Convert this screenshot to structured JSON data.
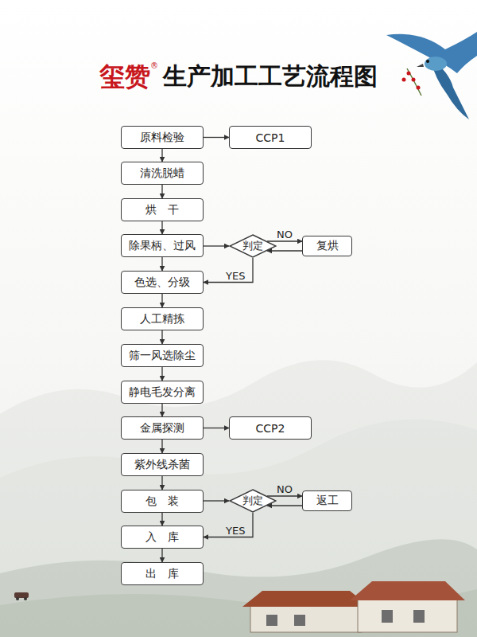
{
  "diagram": {
    "title": "生产加工工艺流程图",
    "nodes": [
      {
        "text": [
          "原料检验"
        ]
      },
      {
        "text": [
          "CCP1"
        ]
      },
      {
        "text": [
          "清洗脱蜡"
        ]
      },
      {
        "text": [
          "烘　干"
        ]
      },
      {
        "text": [
          "除果柄、过风"
        ]
      },
      {
        "text": [
          "判定"
        ]
      },
      {
        "text": [
          "复烘"
        ]
      },
      {
        "text": [
          "色选、分级"
        ]
      },
      {
        "text": [
          "人工精拣"
        ]
      },
      {
        "text": [
          "筛一风选除尘"
        ]
      },
      {
        "text": [
          "静电毛发分离"
        ]
      },
      {
        "text": [
          "金属探测"
        ]
      },
      {
        "text": [
          "CCP2"
        ]
      },
      {
        "text": [
          "紫外线杀菌"
        ]
      },
      {
        "text": [
          "包　装"
        ]
      },
      {
        "text": [
          "判定"
        ]
      },
      {
        "text": [
          "返工"
        ]
      },
      {
        "text": [
          "入　库"
        ]
      },
      {
        "text": [
          "出　库"
        ]
      }
    ],
    "edges": [
      {
        "from": 0,
        "to": 1,
        "arrow": "to"
      },
      {
        "from": 0,
        "to": 2,
        "arrow": "to"
      },
      {
        "from": 2,
        "to": 3,
        "arrow": "to"
      },
      {
        "from": 3,
        "to": 4,
        "arrow": "to"
      },
      {
        "from": 4,
        "to": 5,
        "arrow": "to"
      },
      {
        "from": 5,
        "to": 6,
        "label": "NO",
        "arrow": "to"
      },
      {
        "from": 6,
        "to": 5,
        "arrow": "to"
      },
      {
        "from": 5,
        "to": 7,
        "label": "YES",
        "arrow": "to"
      },
      {
        "from": 4,
        "to": 7,
        "arrow": "to"
      },
      {
        "from": 7,
        "to": 8,
        "arrow": "to"
      },
      {
        "from": 8,
        "to": 9,
        "arrow": "to"
      },
      {
        "from": 9,
        "to": 10,
        "arrow": "to"
      },
      {
        "from": 10,
        "to": 11,
        "arrow": "to"
      },
      {
        "from": 11,
        "to": 12,
        "arrow": "to"
      },
      {
        "from": 11,
        "to": 13,
        "arrow": "to"
      },
      {
        "from": 13,
        "to": 14,
        "arrow": "to"
      },
      {
        "from": 14,
        "to": 15,
        "arrow": "to"
      },
      {
        "from": 15,
        "to": 16,
        "label": "NO",
        "arrow": "to"
      },
      {
        "from": 16,
        "to": 15,
        "arrow": "to"
      },
      {
        "from": 15,
        "to": 17,
        "label": "YES",
        "arrow": "to"
      },
      {
        "from": 14,
        "to": 17,
        "arrow": "to"
      },
      {
        "from": 17,
        "to": 18,
        "arrow": "to"
      }
    ],
    "labels": [
      "玺赞",
      "®"
    ]
  }
}
